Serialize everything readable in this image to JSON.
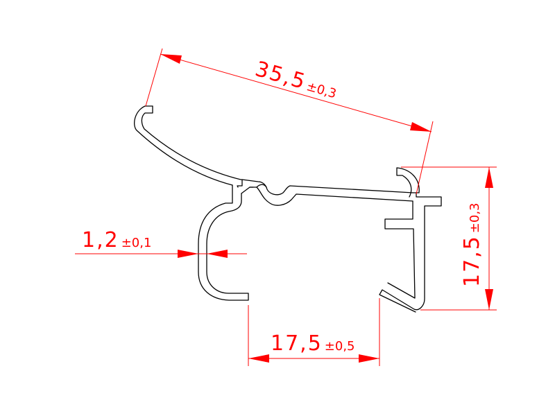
{
  "drawing": {
    "line_color": "#000000",
    "dimension_color": "#ff0000"
  },
  "dimensions": {
    "top_width": {
      "value": "35,5",
      "tolerance": "±0,3"
    },
    "height": {
      "value": "17,5",
      "tolerance": "±0,3"
    },
    "bottom_width": {
      "value": "17,5",
      "tolerance": "±0,5"
    },
    "wall_thickness": {
      "value": "1,2",
      "tolerance": "±0,1"
    }
  }
}
